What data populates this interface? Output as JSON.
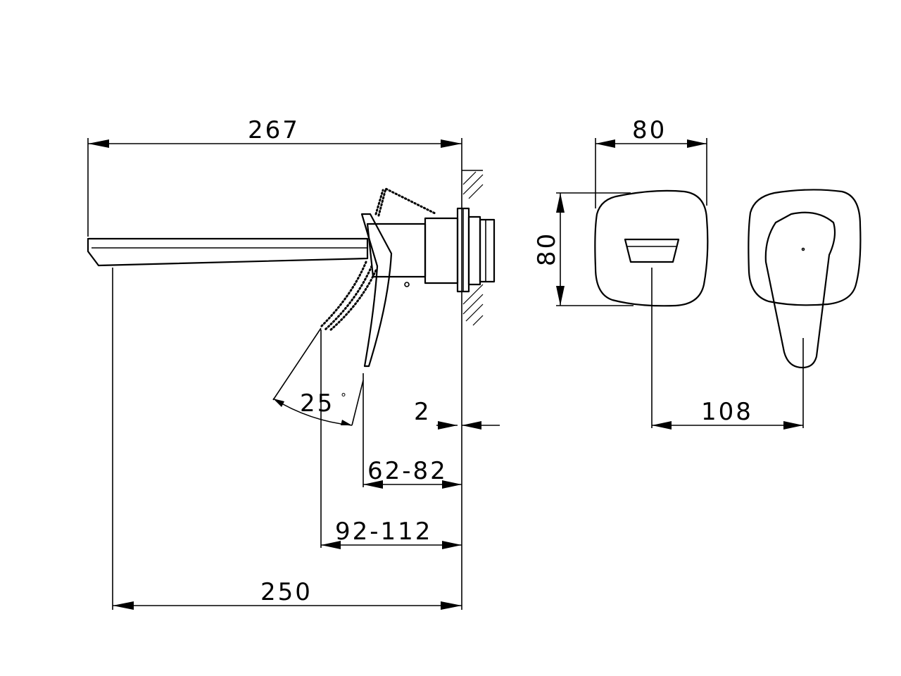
{
  "dimensions": {
    "overall_length": "267",
    "spout_length": "250",
    "angle": "25",
    "degree_symbol": "°",
    "wall_thickness": "2",
    "depth_short": "62-82",
    "depth_long": "92-112",
    "plate_width": "80",
    "plate_height": "80",
    "center_distance": "108"
  },
  "colors": {
    "line": "#000000",
    "background": "#ffffff"
  }
}
